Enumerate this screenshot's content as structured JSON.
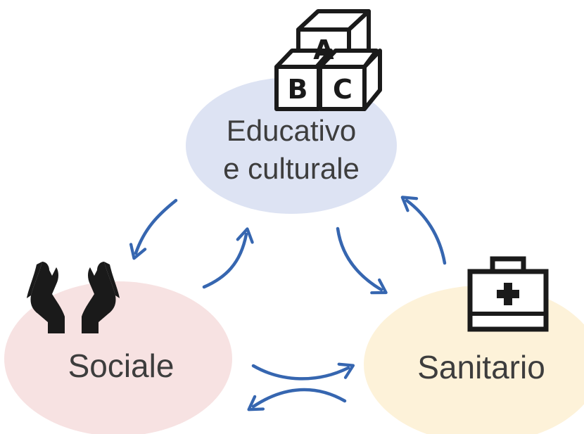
{
  "colors": {
    "educativo_fill": "#dde3f3",
    "sociale_fill": "#f7e2e2",
    "sanitario_fill": "#fdf2d9",
    "arrow": "#3666b0",
    "text": "#3d3d3d",
    "icon": "#1a1a1a"
  },
  "nodes": {
    "educativo": {
      "line1": "Educativo",
      "line2": "e culturale",
      "icon": "abc-blocks-icon",
      "block_letters": [
        "A",
        "B",
        "C"
      ]
    },
    "sociale": {
      "label": "Sociale",
      "icon": "caring-hands-icon"
    },
    "sanitario": {
      "label": "Sanitario",
      "icon": "first-aid-kit-icon"
    }
  }
}
